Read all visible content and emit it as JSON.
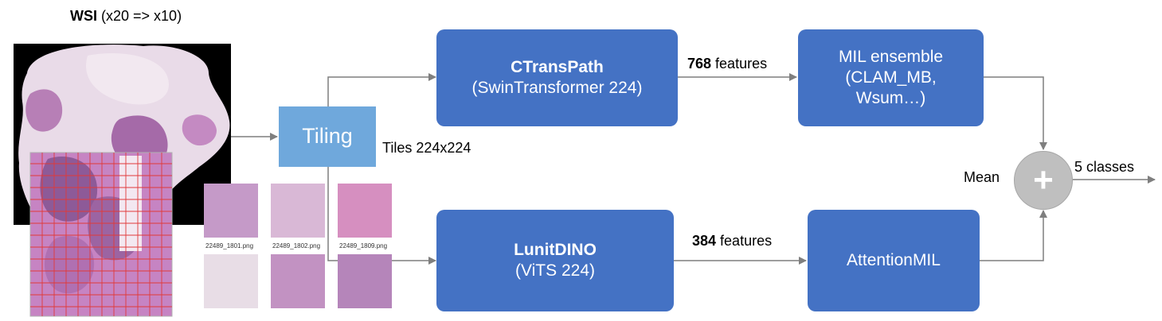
{
  "wsi": {
    "title_bold": "WSI",
    "title_rest": " (x20 => x10)"
  },
  "tiling": {
    "label": "Tiling",
    "tiles_label": "Tiles 224x224"
  },
  "tiles": [
    {
      "file": "22489_1801.png",
      "color": "#c59ac8"
    },
    {
      "file": "22489_1802.png",
      "color": "#d9b8d6"
    },
    {
      "file": "22489_1809.png",
      "color": "#d68fc0"
    },
    {
      "file": "",
      "color": "#e8dde6"
    },
    {
      "file": "",
      "color": "#c292c2"
    },
    {
      "file": "",
      "color": "#b585ba"
    }
  ],
  "ctranspath": {
    "name": "CTransPath",
    "detail": "(SwinTransformer 224)",
    "features_num": "768",
    "features_word": " features"
  },
  "lunitdino": {
    "name": "LunitDINO",
    "detail": "(ViTS 224)",
    "features_num": "384",
    "features_word": " features"
  },
  "mil_ensemble": {
    "line1": "MIL ensemble",
    "line2": "(CLAM_MB,",
    "line3": "Wsum…)"
  },
  "attention_mil": {
    "label": "AttentionMIL"
  },
  "merge": {
    "label": "Mean",
    "symbol": "+",
    "output": "5 classes"
  },
  "colors": {
    "box": "#4472c4",
    "tiling": "#6fa8dc",
    "arrow": "#7f7f7f",
    "circle": "#bfbfbf"
  }
}
